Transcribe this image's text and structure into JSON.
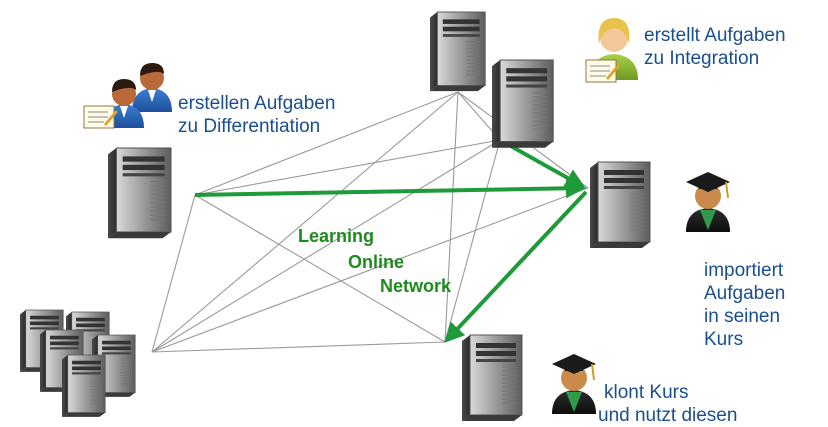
{
  "network": {
    "line1": "Learning",
    "line2": "Online",
    "line3": "Network"
  },
  "captions": {
    "differentiation": {
      "line1": "erstellen Aufgaben",
      "line2": "zu Differentiation"
    },
    "integration": {
      "line1": "erstellt Aufgaben",
      "line2": "zu Integration"
    },
    "import": {
      "line1": "importiert",
      "line2": "Aufgaben",
      "line3": "in seinen",
      "line4": "Kurs"
    },
    "clone": {
      "line1": "klont Kurs",
      "line2": "und nutzt diesen"
    }
  },
  "colors": {
    "caption_text": "#1a4f8f",
    "network_label": "#1e8a1e",
    "arrow": "#1f9a3a",
    "mesh_lines": "#9a9a9a"
  },
  "icons": [
    "server-icon",
    "teacher-icon",
    "student-graduate-icon",
    "document-icon"
  ]
}
